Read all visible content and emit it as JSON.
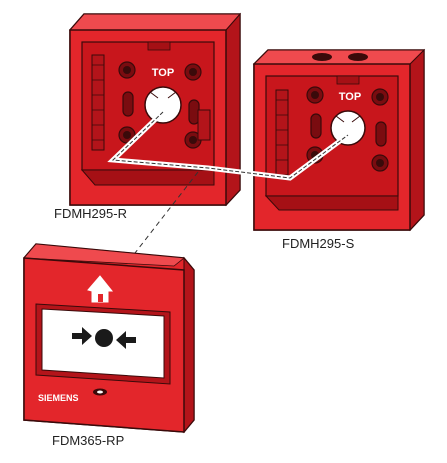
{
  "products": {
    "box_r": {
      "label": "FDMH295-R",
      "top_marking": "TOP"
    },
    "box_s": {
      "label": "FDMH295-S",
      "top_marking": "TOP"
    },
    "call_point": {
      "label": "FDM365-RP",
      "brand": "SIEMENS"
    }
  },
  "colors": {
    "body_red": "#e3262b",
    "inner_red": "#c8161c",
    "outline": "#3a0a0a",
    "connector_line": "#333333",
    "window": "#ffffff",
    "symbol": "#1a1a1a"
  },
  "icons": {
    "house": "house-icon",
    "arrow_right": "arrow-right-icon",
    "arrow_left": "arrow-left-icon",
    "button": "round-button-icon",
    "led": "led-icon"
  }
}
